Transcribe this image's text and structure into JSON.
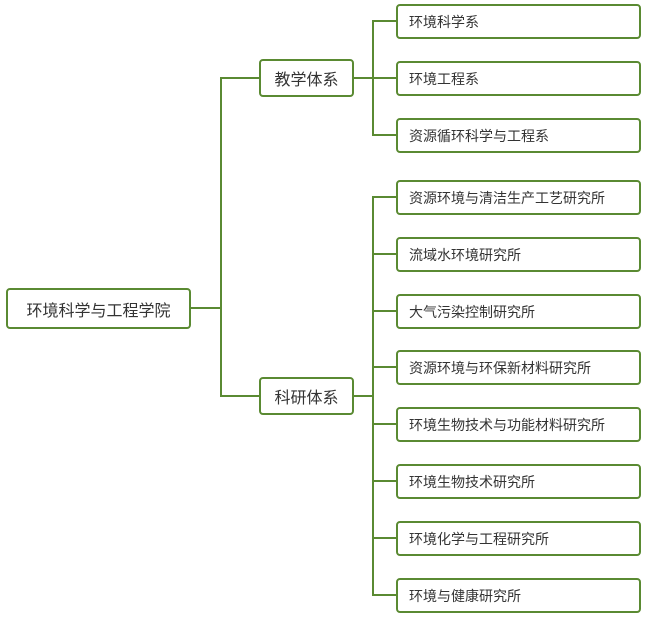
{
  "colors": {
    "line": "#5a8a32",
    "border": "#5a8a32",
    "text": "#333333",
    "background": "#ffffff"
  },
  "root": {
    "label": "环境科学与工程学院"
  },
  "branches": [
    {
      "label": "教学体系",
      "children": [
        "环境科学系",
        "环境工程系",
        "资源循环科学与工程系"
      ]
    },
    {
      "label": "科研体系",
      "children": [
        "资源环境与清洁生产工艺研究所",
        "流域水环境研究所",
        "大气污染控制研究所",
        "资源环境与环保新材料研究所",
        "环境生物技术与功能材料研究所",
        "环境生物技术研究所",
        "环境化学与工程研究所",
        "环境与健康研究所"
      ]
    }
  ]
}
